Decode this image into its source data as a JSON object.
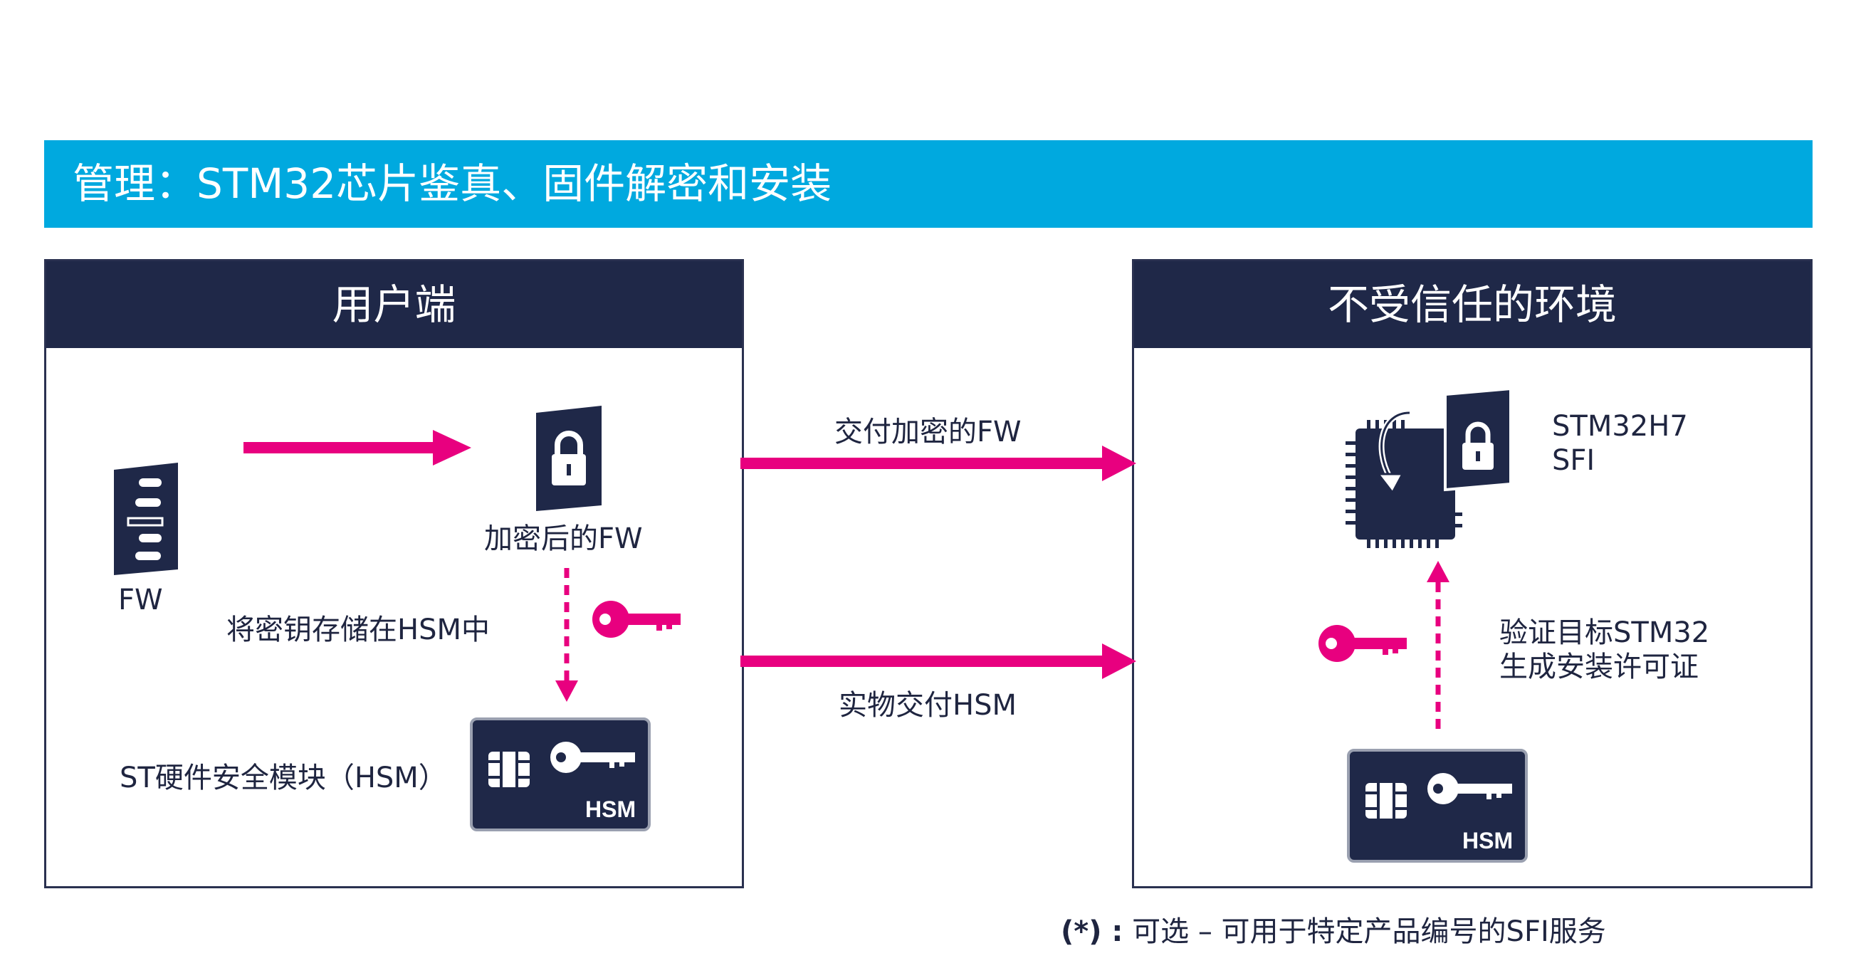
{
  "title": "管理：STM32芯片鉴真、固件解密和安装",
  "left_panel": {
    "header": "用户端",
    "fw_label": "FW",
    "encrypted_fw_label": "加密后的FW",
    "store_key_label": "将密钥存储在HSM中",
    "hsm_label": "ST硬件安全模块（HSM）",
    "hsm_card_text": "HSM"
  },
  "middle": {
    "deliver_fw_label": "交付加密的FW",
    "deliver_hsm_label": "实物交付HSM"
  },
  "right_panel": {
    "header": "不受信任的环境",
    "chip_label_line1": "STM32H7",
    "chip_label_line2": "SFI",
    "verify_line1": "验证目标STM32",
    "verify_line2": "生成安装许可证",
    "hsm_card_text": "HSM"
  },
  "footnote": {
    "marker": "(*) :",
    "text": "可选 – 可用于特定产品编号的SFI服务"
  },
  "colors": {
    "accent_blue": "#00a9df",
    "navy": "#1f2848",
    "magenta": "#e8007f"
  }
}
